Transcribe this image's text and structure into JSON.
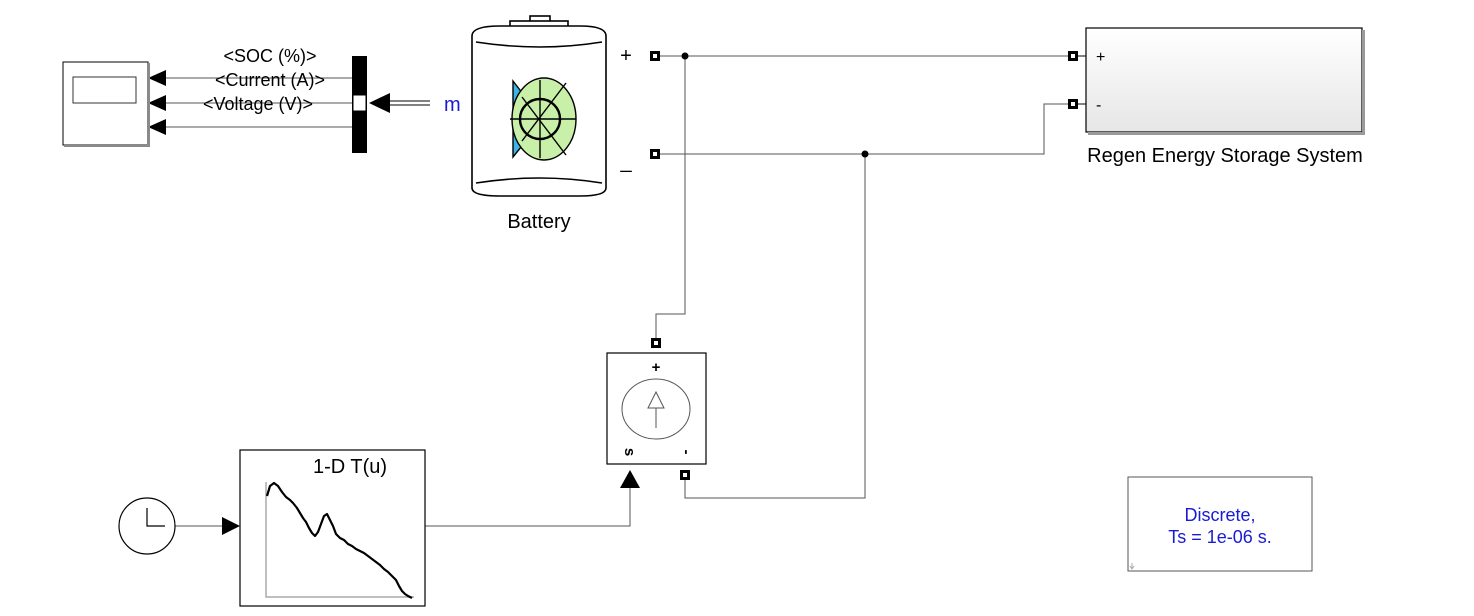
{
  "bus_labels": {
    "soc": "<SOC (%)>",
    "current": "<Current (A)>",
    "voltage": "<Voltage (V)>"
  },
  "battery": {
    "name": "Battery",
    "pos_port": "+",
    "neg_port": "_",
    "measurement_port": "m"
  },
  "regen": {
    "name": "Regen Energy Storage System",
    "pos_port": "+",
    "neg_port": "-"
  },
  "current_source": {
    "pos_label": "+",
    "neg_label": "-",
    "signal_label": "s"
  },
  "lookup_table": {
    "label": "1-D T(u)"
  },
  "powergui": {
    "line1": "Discrete,",
    "line2": "Ts = 1e-06 s."
  },
  "colors": {
    "wire": "#555555",
    "block_border": "#000000",
    "battery_blue": "#3db4e6",
    "battery_green": "#c9f0a8",
    "annotation_blue": "#1a1ad6"
  }
}
